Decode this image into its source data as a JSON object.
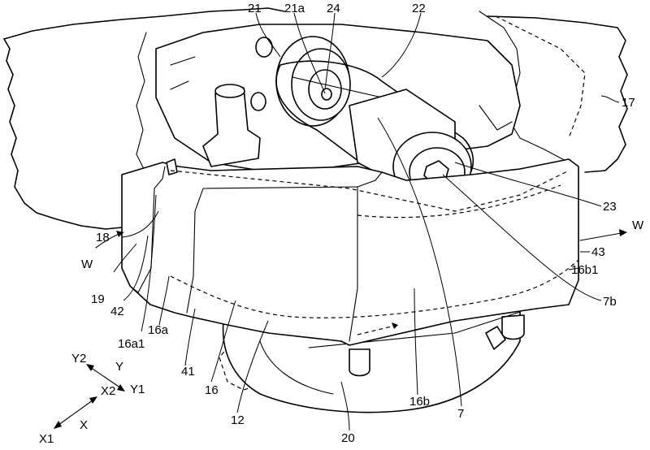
{
  "labels": {
    "l21": "21",
    "l21a": "21a",
    "l24": "24",
    "l22": "22",
    "l17": "17",
    "l23": "23",
    "lW_right": "W",
    "l43": "43",
    "l16b1": "16b1",
    "l7b": "7b",
    "l18": "18",
    "lW_left": "W",
    "l19": "19",
    "l42": "42",
    "l16a1": "16a1",
    "l16a": "16a",
    "l41": "41",
    "l16": "16",
    "l12": "12",
    "l16b": "16b",
    "l7": "7",
    "l20": "20"
  },
  "axes": {
    "y2": "Y2",
    "y": "Y",
    "y1": "Y1",
    "x2": "X2",
    "x": "X",
    "x1": "X1"
  }
}
